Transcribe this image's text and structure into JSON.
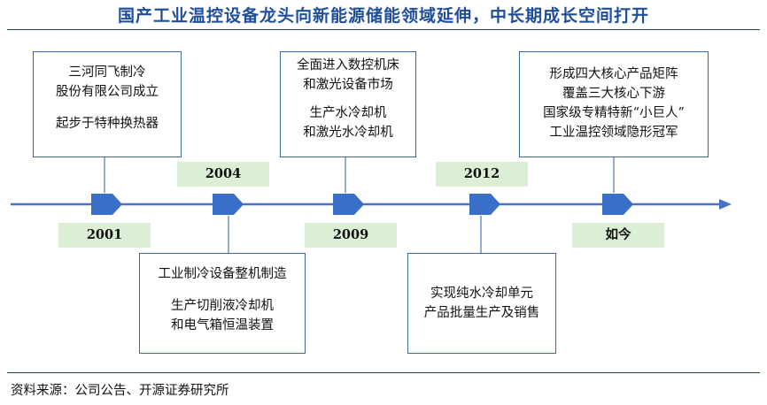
{
  "title": "国产工业温控设备龙头向新能源储能领域延伸，中长期成长空间打开",
  "source": "资料来源：公司公告、开源证券研究所",
  "timeline": {
    "milestones": [
      {
        "year": "2001",
        "lines": [
          "三河同飞制冷",
          "股份有限公司成立",
          "",
          "起步于特种换热器"
        ]
      },
      {
        "year": "2004",
        "lines": [
          "工业制冷设备整机制造",
          "",
          "生产切削液冷却机",
          "和电气箱恒温装置"
        ]
      },
      {
        "year": "2009",
        "lines": [
          "全面进入数控机床",
          "和激光设备市场",
          "",
          "生产水冷却机",
          "和激光水冷却机"
        ]
      },
      {
        "year": "2012",
        "lines": [
          "实现纯水冷却单元",
          "产品批量生产及销售"
        ]
      },
      {
        "year": "如今",
        "lines": [
          "形成四大核心产品矩阵",
          "覆盖三大核心下游",
          "国家级专精特新“小巨人”",
          "工业温控领域隐形冠军"
        ]
      }
    ]
  },
  "colors": {
    "title": "#1f4e9c",
    "arrow": "#4a72c4",
    "marker": "#3a6fc9",
    "year_bg": "#dcefd6",
    "box_border": "#3d68a8"
  }
}
